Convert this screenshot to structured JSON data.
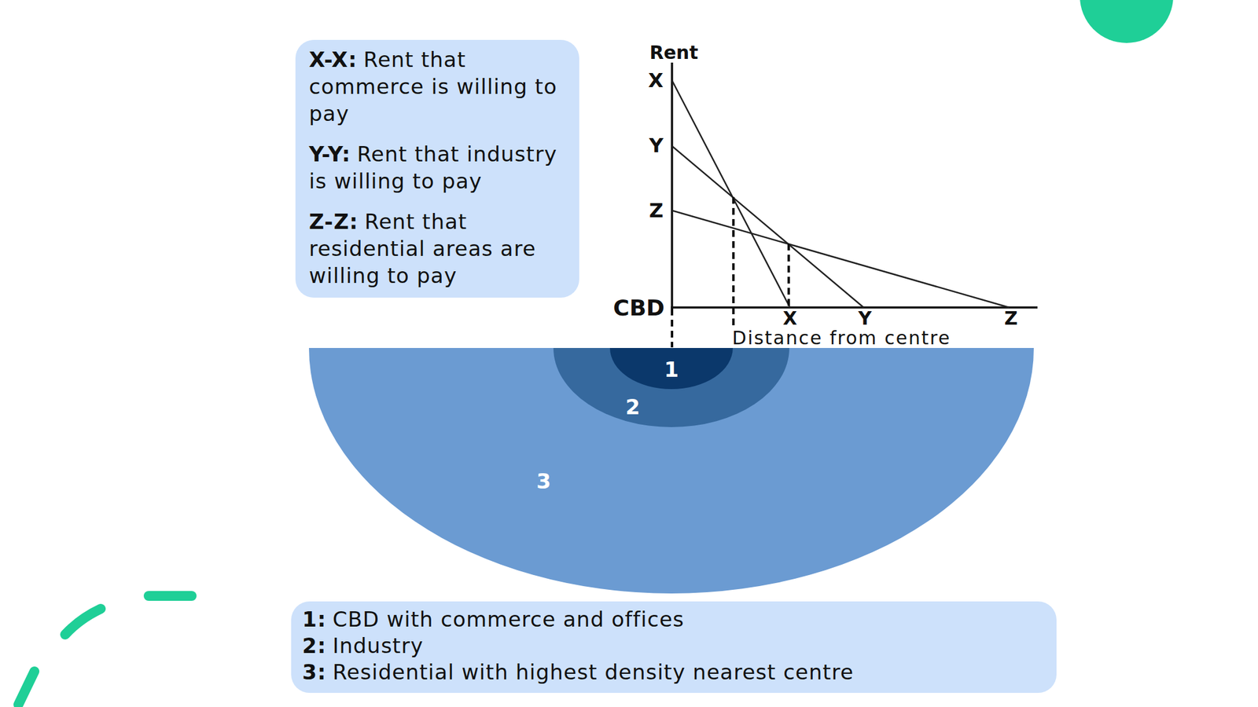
{
  "diagram": {
    "nodes": [
      {
        "text": [
          "X-X:",
          "Rent that commerce is willing to pay",
          "Y-Y:",
          "Rent that industry is willing to pay",
          "Z-Z:",
          "Rent that residential areas are willing to pay"
        ]
      },
      {
        "text": [
          "3"
        ]
      },
      {
        "text": [
          "2"
        ],
        "in": 1
      },
      {
        "text": [
          "1"
        ],
        "in": 2
      },
      {
        "text": [
          "1:",
          "CBD with commerce and offices",
          "2:",
          "Industry",
          "3:",
          "Residential with highest density nearest centre"
        ]
      }
    ],
    "labels": [
      "Rent",
      "X",
      "Y",
      "Z",
      "CBD",
      "X",
      "Y",
      "Z",
      "Distance from centre"
    ]
  }
}
